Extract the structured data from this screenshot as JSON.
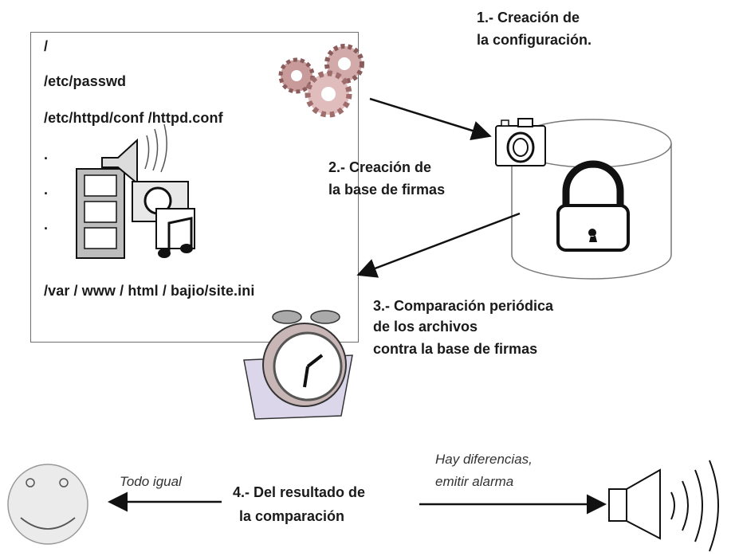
{
  "files": {
    "root": "/",
    "passwd": "/etc/passwd",
    "httpd": "/etc/httpd/conf /httpd.conf",
    "dot1": ".",
    "dot2": ".",
    "dot3": ".",
    "site": "/var / www / html / bajio/site.ini"
  },
  "steps": {
    "step1_line1": "1.- Creación de",
    "step1_line2": "la configuración.",
    "step2_line1": "2.- Creación de",
    "step2_line2": "la base de firmas",
    "step3_line1": "3.- Comparación  periódica",
    "step3_line2": "de los archivos",
    "step3_line3": "contra la base de firmas",
    "step4_line1": "4.- Del resultado de",
    "step4_line2": "la comparación"
  },
  "outcomes": {
    "same": "Todo igual",
    "diff_line1": "Hay diferencias,",
    "diff_line2": "emitir alarma"
  },
  "icons": {
    "gears": "gears-icon",
    "camera": "camera-icon",
    "database": "database-cylinder-icon",
    "lock": "padlock-icon",
    "media": "media-files-icon",
    "clock": "alarm-clock-icon",
    "smiley": "smiley-face-icon",
    "speaker": "speaker-alarm-icon"
  }
}
